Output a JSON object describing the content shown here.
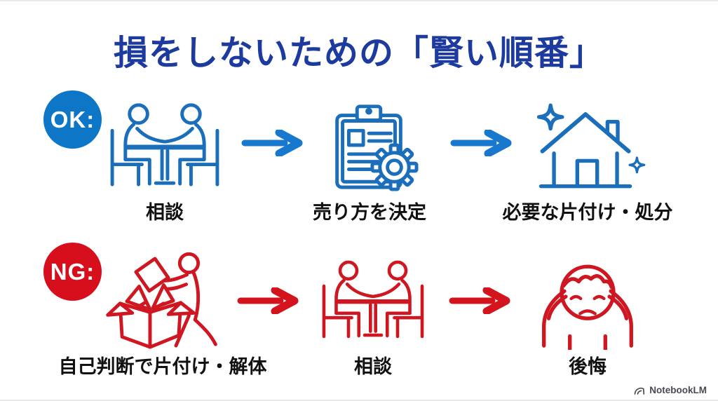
{
  "title": "損をしないための「賢い順番」",
  "colors": {
    "title": "#1d3a9e",
    "ok-badge": "#0e76c6",
    "ng-badge": "#d70f1d",
    "ok-icon": "#1b6fba",
    "ng-icon": "#cf1721",
    "ok-arrow": "#1878cd",
    "ng-arrow": "#d3141d",
    "label": "#111111",
    "watermark": "#474b50"
  },
  "rows": [
    {
      "badge": "OK:",
      "arrow_icon": "arrow-right-icon",
      "steps": [
        {
          "icon": "consultation-icon",
          "label": "相談"
        },
        {
          "icon": "clipboard-gear-icon",
          "label": "売り方を決定"
        },
        {
          "icon": "sparkling-house-icon",
          "label": "必要な片付け・処分"
        }
      ]
    },
    {
      "badge": "NG:",
      "arrow_icon": "arrow-right-icon",
      "steps": [
        {
          "icon": "packing-box-icon",
          "label": "自己判断で片付け・解体"
        },
        {
          "icon": "consultation-icon",
          "label": "相談"
        },
        {
          "icon": "head-in-hands-icon",
          "label": "後悔"
        }
      ]
    }
  ],
  "watermark": {
    "icon": "notebooklm-logo-icon",
    "label": "NotebookLM"
  }
}
